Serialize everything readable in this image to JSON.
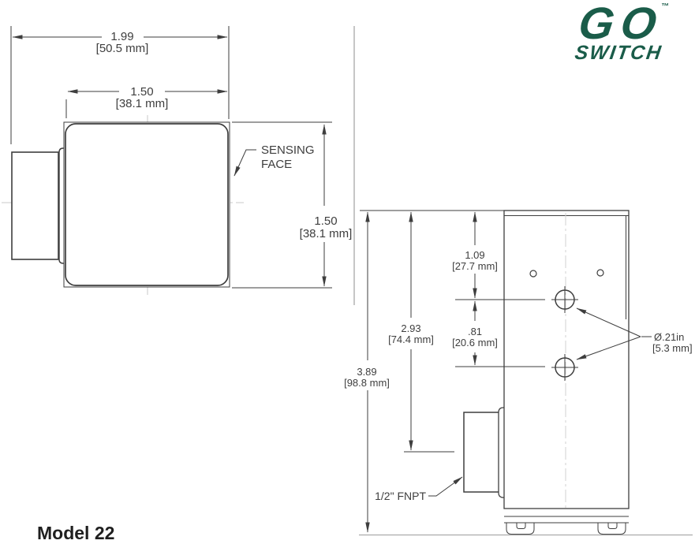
{
  "title": "Model 22",
  "logo": {
    "go": "GO",
    "tm": "™",
    "switch": "SWITCH",
    "color": "#1a5c49"
  },
  "front_view": {
    "overall_width_in": "1.99",
    "overall_width_mm": "[50.5 mm]",
    "face_width_in": "1.50",
    "face_width_mm": "[38.1 mm]",
    "face_height_in": "1.50",
    "face_height_mm": "[38.1 mm]",
    "sensing_face_line1": "SENSING",
    "sensing_face_line2": "FACE"
  },
  "side_view": {
    "overall_height_in": "3.89",
    "overall_height_mm": "[98.8 mm]",
    "port_center_in": "2.93",
    "port_center_mm": "[74.4 mm]",
    "hole_top_in": "1.09",
    "hole_top_mm": "[27.7 mm]",
    "hole_spacing_in": ".81",
    "hole_spacing_mm": "[20.6 mm]",
    "hole_dia_in": "Ø.21in",
    "hole_dia_mm": "[5.3 mm]",
    "port_label": "1/2\" FNPT"
  }
}
